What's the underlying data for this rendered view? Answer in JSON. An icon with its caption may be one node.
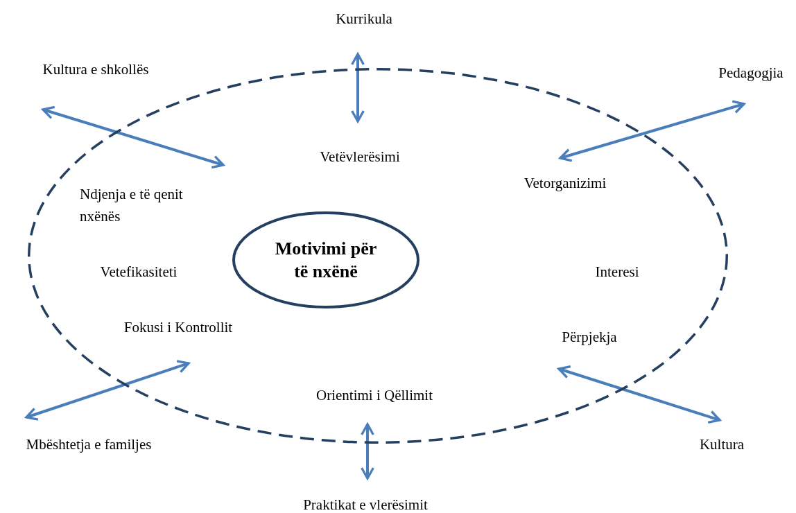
{
  "diagram": {
    "nodes": [
      {
        "text": [
          "Kurrikula"
        ]
      },
      {
        "text": [
          "Kultura e shkollës"
        ]
      },
      {
        "text": [
          "Pedagogjia"
        ]
      },
      {
        "text": [],
        "shape": "ellipse"
      },
      {
        "text": [
          "Motivimi për të nxënë"
        ],
        "in": 3
      },
      {
        "text": [
          "Mbështetja e familjes"
        ]
      },
      {
        "text": [
          "Kultura"
        ]
      },
      {
        "text": [
          "Praktikat e vlerësimit"
        ]
      }
    ],
    "edges": [
      {
        "from": 0,
        "to": null,
        "arrow": "both"
      },
      {
        "from": 1,
        "to": null,
        "arrow": "both"
      },
      {
        "from": 2,
        "to": null,
        "arrow": "both"
      },
      {
        "from": 5,
        "to": null,
        "arrow": "both"
      },
      {
        "from": 6,
        "to": null,
        "arrow": "both"
      },
      {
        "from": 7,
        "to": 3,
        "arrow": "both"
      }
    ],
    "labels": [
      "Vetëvlerësimi",
      "Vetorganizimi",
      "Ndjenja e të qenit nxënës",
      "Vetefikasiteti",
      "Interesi",
      "Fokusi i Kontrollit",
      "Përpjekja",
      "Orientimi i Qëllimit"
    ]
  }
}
